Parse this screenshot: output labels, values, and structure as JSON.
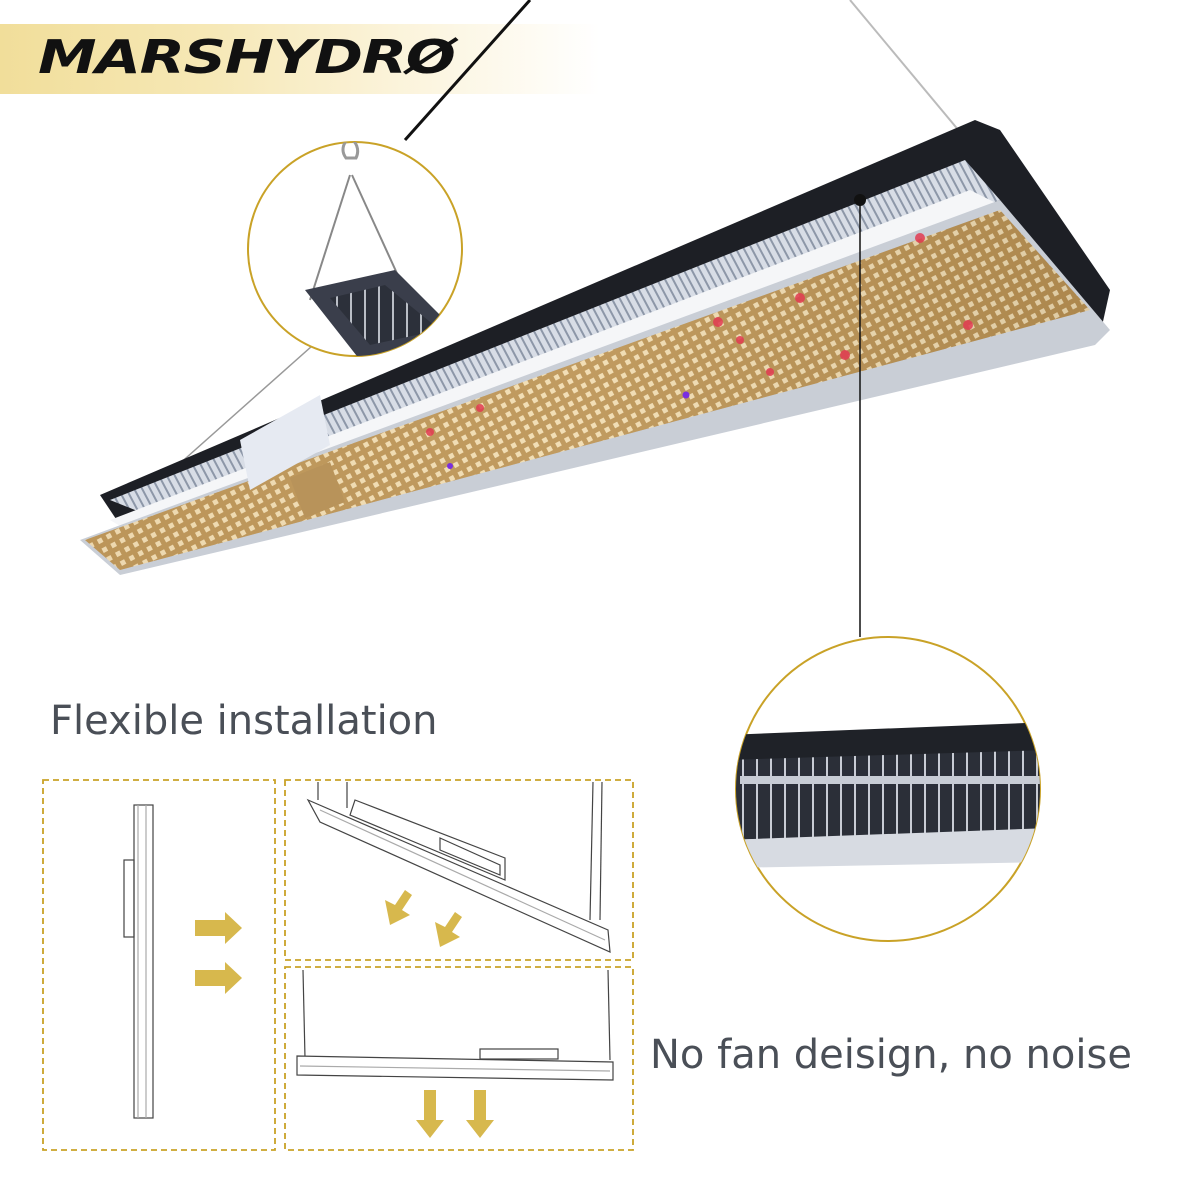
{
  "brand": {
    "logo_text": "MARSHYDRØ",
    "band_color": "#f1de9a"
  },
  "features": {
    "flexible_installation": "Flexible installation",
    "no_fan": "No fan deisign, no noise"
  },
  "callouts": [
    {
      "name": "hanger-detail",
      "description": "Carabiner hook and V-hanger attached to fixture end"
    },
    {
      "name": "heatsink-detail",
      "description": "Passive aluminum heatsink fins"
    }
  ],
  "installation_diagrams": [
    {
      "name": "vertical-mount",
      "arrow_direction": "right",
      "arrow_count": 2
    },
    {
      "name": "angled-mount",
      "arrow_direction": "down-left",
      "arrow_count": 2
    },
    {
      "name": "horizontal-mount",
      "arrow_direction": "down",
      "arrow_count": 2
    }
  ],
  "colors": {
    "accent_gold": "#c9a227",
    "text_gray": "#4a4f57",
    "circle_border": "#c9a227"
  }
}
